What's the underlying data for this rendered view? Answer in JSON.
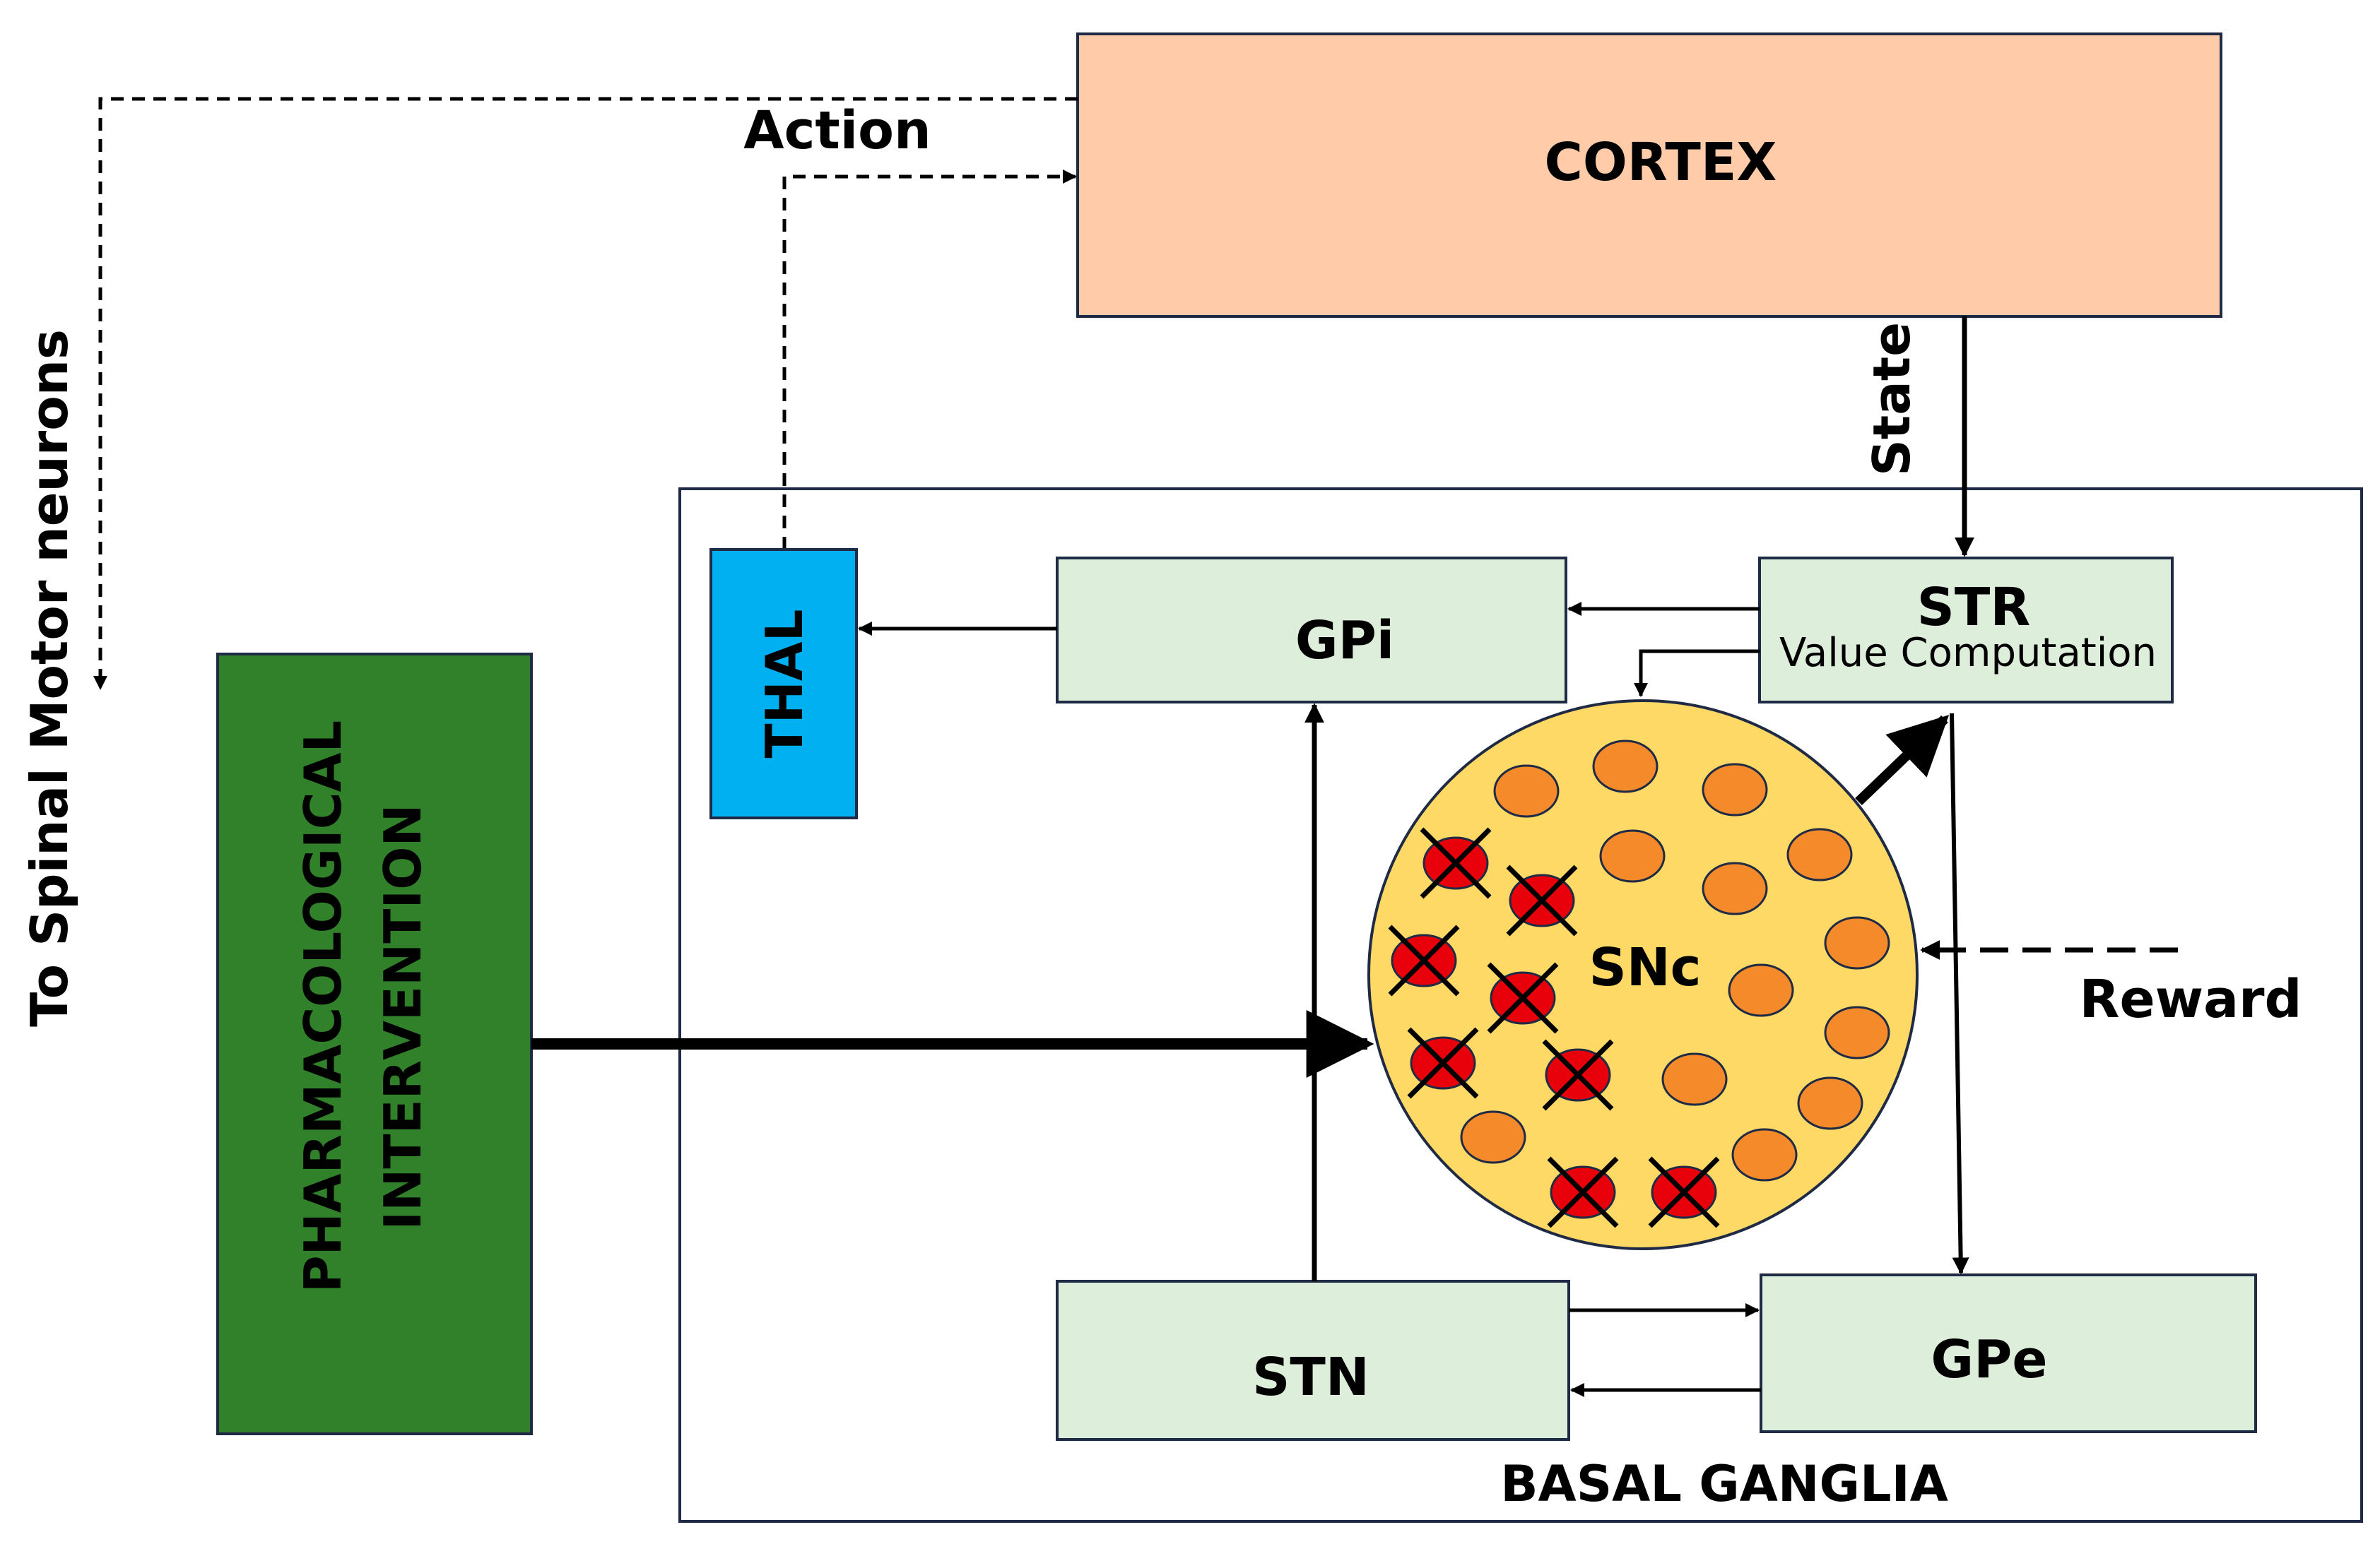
{
  "labels": {
    "cortex": "CORTEX",
    "action": "Action",
    "state": "State",
    "spinal": "To Spinal Motor neurons",
    "thal": "THAL",
    "gpi": "GPi",
    "str": "STR",
    "str_sub": "Value Computation",
    "snc": "SNc",
    "reward": "Reward",
    "stn": "STN",
    "gpe": "GPe",
    "basal_ganglia": "BASAL GANGLIA",
    "pharma_line1": "PHARMACOLOGICAL",
    "pharma_line2": "INTERVENTION"
  },
  "colors": {
    "cortex_fill": "#FFCBA8",
    "thal_fill": "#00B0F0",
    "nucleus_fill": "#DDEEDB",
    "pharma_fill": "#31802A",
    "snc_fill": "#FFD966",
    "healthy_neuron": "#F58A2B",
    "damaged_neuron": "#E8000B",
    "border": "#1F2A44"
  },
  "icons": {
    "healthy_neuron": "orange-ellipse-icon",
    "damaged_neuron": "red-crossed-ellipse-icon"
  }
}
